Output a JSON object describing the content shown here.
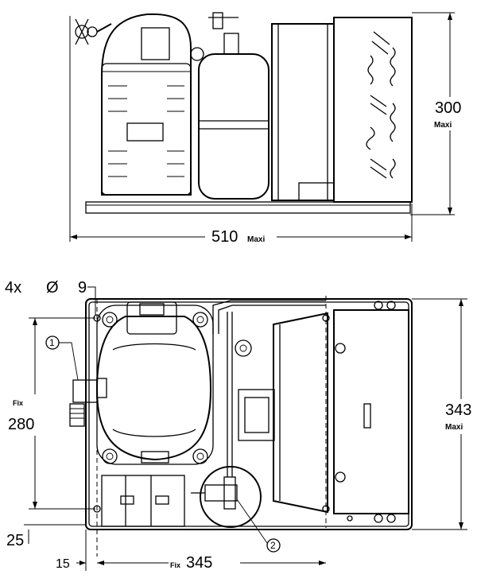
{
  "side_view": {
    "height_value": "300",
    "height_qualifier": "Maxi",
    "width_value": "510",
    "width_qualifier": "Maxi"
  },
  "top_view": {
    "holes_count": "4x",
    "holes_symbol": "Ø",
    "holes_diameter": "9",
    "fix_height_prefix": "Fix",
    "fix_height_value": "280",
    "depth_value": "343",
    "depth_qualifier": "Maxi",
    "bottom_offset": "25",
    "left_offset": "15",
    "fix_width_prefix": "Fix",
    "fix_width_value": "345"
  },
  "callouts": [
    "1",
    "2"
  ]
}
